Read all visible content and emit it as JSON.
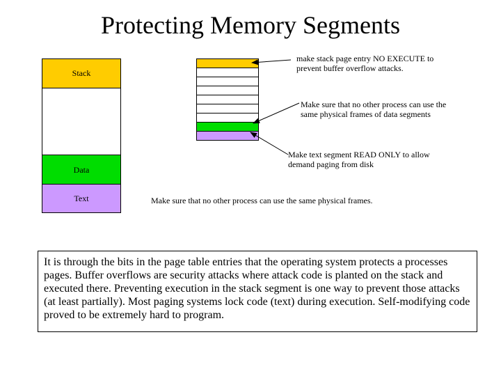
{
  "title": "Protecting Memory Segments",
  "segments": {
    "stack": "Stack",
    "data": "Data",
    "text": "Text"
  },
  "page_table": {
    "rows": [
      {
        "fill": "#ffcc00"
      },
      {
        "fill": "#ffffff"
      },
      {
        "fill": "#ffffff"
      },
      {
        "fill": "#ffffff"
      },
      {
        "fill": "#ffffff"
      },
      {
        "fill": "#ffffff"
      },
      {
        "fill": "#ffffff"
      },
      {
        "fill": "#00dd00"
      },
      {
        "fill": "#cc99ff"
      }
    ]
  },
  "notes": {
    "stack_note": "make stack page entry NO EXECUTE to prevent buffer overflow attacks.",
    "data_note": "Make sure that no other process can use the same physical frames of data segments",
    "text_note": "Make text segment READ ONLY to allow demand paging from disk",
    "frames_note": "Make sure that no other process can use the same physical frames."
  },
  "paragraph": "It is through the bits in the page table entries that the operating system protects a processes pages. Buffer overflows are security attacks where attack code is planted on the stack and executed there. Preventing execution in the stack segment is one way to prevent those attacks (at least partially). Most paging systems lock code (text) during execution. Self-modifying code proved to be extremely hard to program.",
  "colors": {
    "stack": "#ffcc00",
    "data": "#00dd00",
    "text": "#cc99ff"
  }
}
